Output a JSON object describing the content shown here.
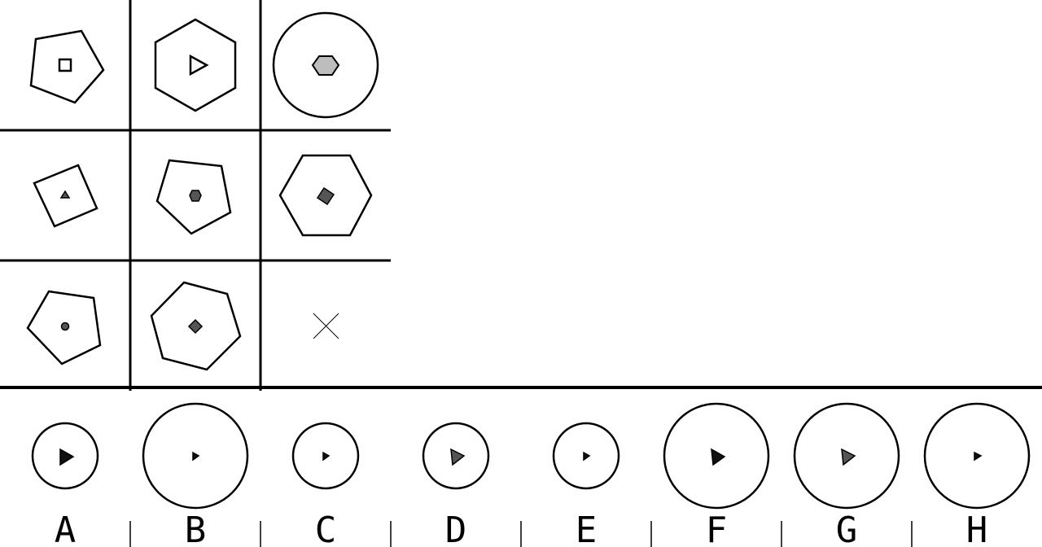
{
  "puzzle": {
    "grid": [
      [
        {
          "outer": "pentagon",
          "inner": "square",
          "inner_fill": "#ffffff"
        },
        {
          "outer": "hexagon",
          "inner": "triangle",
          "inner_fill": "#ffffff"
        },
        {
          "outer": "circle",
          "inner": "hexagon",
          "inner_fill": "#bdbdbd"
        }
      ],
      [
        {
          "outer": "square",
          "inner": "triangle",
          "inner_fill": "#555555"
        },
        {
          "outer": "pentagon",
          "inner": "hexagon",
          "inner_fill": "#555555"
        },
        {
          "outer": "hexagon",
          "inner": "square",
          "inner_fill": "#555555"
        }
      ],
      [
        {
          "outer": "pentagon",
          "inner": "circle",
          "inner_fill": "#555555"
        },
        {
          "outer": "hexagon",
          "inner": "square",
          "inner_fill": "#555555"
        },
        {
          "missing": true,
          "marker": "cross"
        }
      ]
    ],
    "options": [
      {
        "label": "A",
        "outer": "circle",
        "inner": "triangle",
        "inner_fill": "#111111"
      },
      {
        "label": "B",
        "outer": "circle",
        "inner": "triangle",
        "inner_fill": "#111111"
      },
      {
        "label": "C",
        "outer": "circle",
        "inner": "triangle",
        "inner_fill": "#111111"
      },
      {
        "label": "D",
        "outer": "circle",
        "inner": "triangle",
        "inner_fill": "#555555"
      },
      {
        "label": "E",
        "outer": "circle",
        "inner": "triangle",
        "inner_fill": "#111111"
      },
      {
        "label": "F",
        "outer": "circle",
        "inner": "triangle",
        "inner_fill": "#111111"
      },
      {
        "label": "G",
        "outer": "circle",
        "inner": "triangle",
        "inner_fill": "#555555"
      },
      {
        "label": "H",
        "outer": "circle",
        "inner": "triangle",
        "inner_fill": "#111111"
      }
    ]
  }
}
